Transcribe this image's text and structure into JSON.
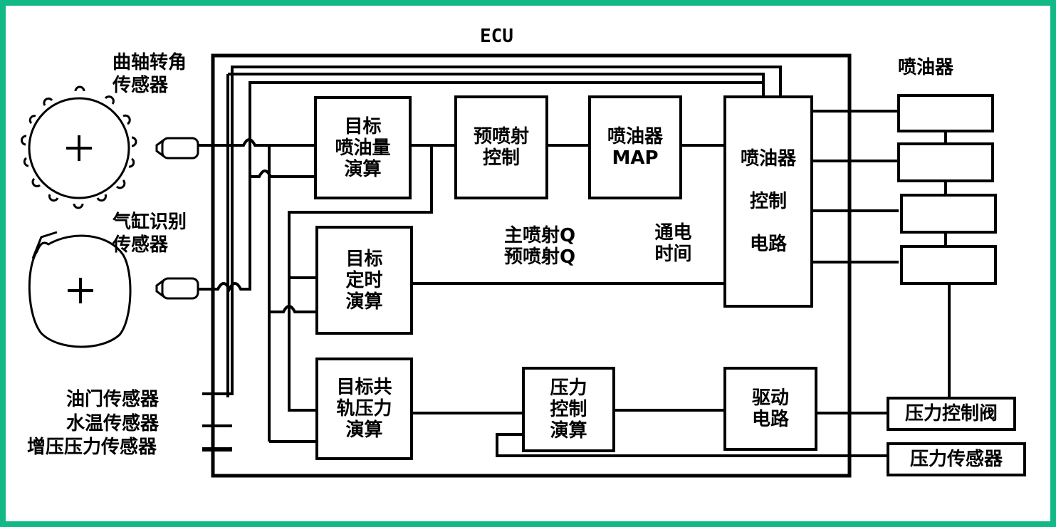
{
  "ecu_label": "ECU",
  "injector_group_label": "喷油器",
  "sensors": {
    "crank": "曲轴转角\n传感器",
    "cylinder": "气缸识别\n传感器",
    "throttle": "油门传感器",
    "water_temp": "水温传感器",
    "boost": "增压压力传感器"
  },
  "blocks": {
    "target_quantity": "目标\n喷油量\n演算",
    "pre_injection": "预喷射\n控制",
    "injector_map": "喷油器\nMAP",
    "injector_drive": "喷油器\n\n控制\n\n电路",
    "target_timing": "目标\n定时\n演算",
    "target_rail_pressure": "目标共\n轨压力\n演算",
    "pressure_control": "压力\n控制\n演算",
    "drive_circuit": "驱动\n电路"
  },
  "signals": {
    "main_pre_q": "主喷射Q\n预喷射Q",
    "energize_time": "通电\n时间"
  },
  "externals": {
    "pressure_valve": "压力控制阀",
    "pressure_sensor": "压力传感器"
  }
}
